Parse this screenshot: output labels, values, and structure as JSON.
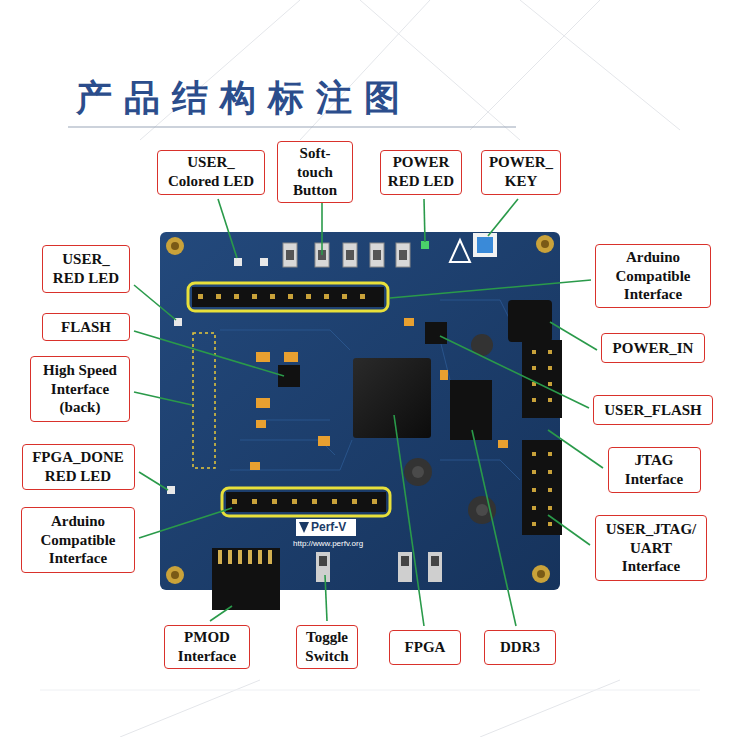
{
  "diagram": {
    "title": "产品结构标注图",
    "nodes": [
      {
        "text": [
          "USER_ Colored LED"
        ]
      },
      {
        "text": [
          "Soft-touch Button"
        ]
      },
      {
        "text": [
          "POWER RED LED"
        ]
      },
      {
        "text": [
          "POWER_ KEY"
        ]
      },
      {
        "text": [
          "USER_ RED LED"
        ]
      },
      {
        "text": [
          "Arduino Compatible Interface"
        ]
      },
      {
        "text": [
          "FLASH"
        ]
      },
      {
        "text": [
          "POWER_IN"
        ]
      },
      {
        "text": [
          "High Speed Interface (back)"
        ]
      },
      {
        "text": [
          "USER_FLASH"
        ]
      },
      {
        "text": [
          "FPGA_DONE RED LED"
        ]
      },
      {
        "text": [
          "JTAG Interface"
        ]
      },
      {
        "text": [
          "Arduino Compatible Interface"
        ]
      },
      {
        "text": [
          "USER_JTAG/ UART Interface"
        ]
      },
      {
        "text": [
          "PMOD Interface"
        ]
      },
      {
        "text": [
          "Toggle Switch"
        ]
      },
      {
        "text": [
          "FPGA"
        ]
      },
      {
        "text": [
          "DDR3"
        ]
      }
    ],
    "labels": [
      "Perf-V",
      "http://www.perfv.org"
    ]
  }
}
